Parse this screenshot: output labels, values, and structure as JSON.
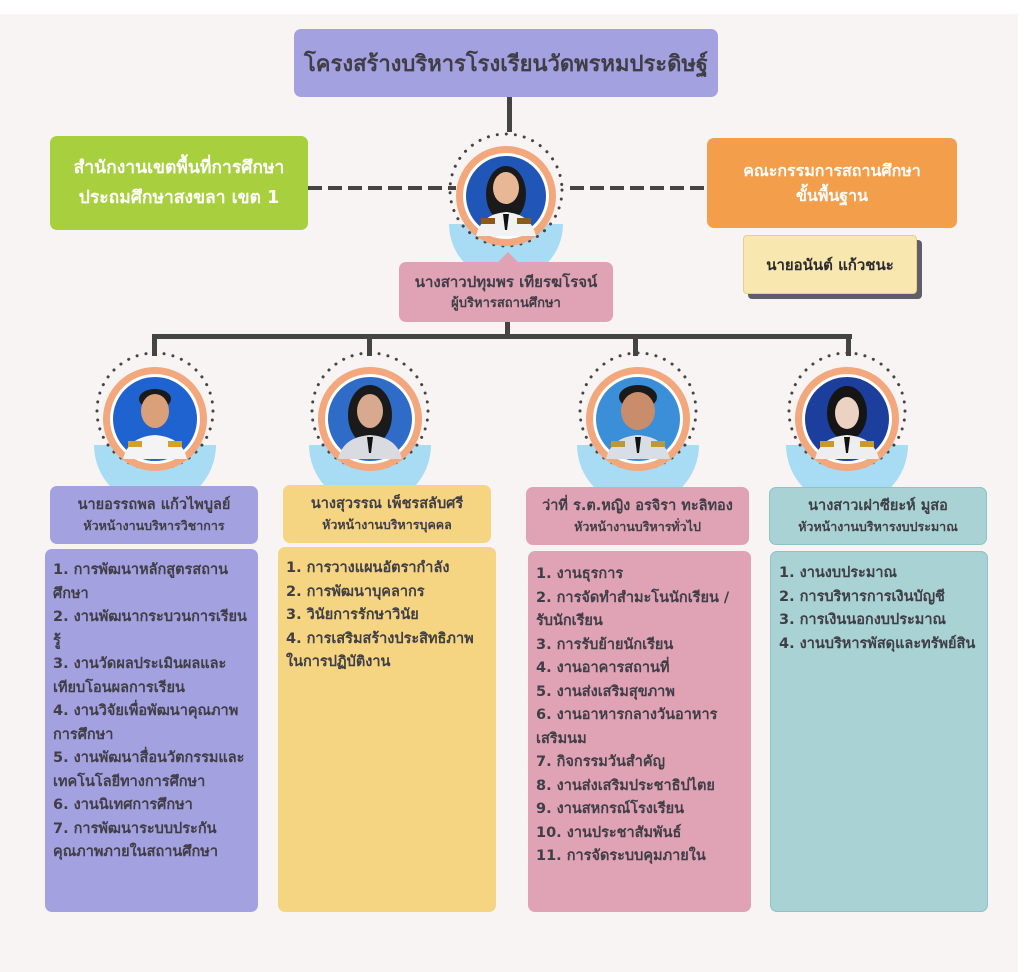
{
  "title": "โครงสร้างบริหารโรงเรียนวัดพรหมประดิษฐ์",
  "left_org": {
    "line1": "สำนักงานเขตพื้นที่การศึกษา",
    "line2": "ประถมศึกษาสงขลา เขต 1"
  },
  "right_org": {
    "line1": "คณะกรรมการสถานศึกษา",
    "line2": "ขั้นพื้นฐาน",
    "member": "นายอนันต์ แก้วชนะ"
  },
  "director": {
    "name": "นางสาวปทุมพร เทียรฆโรจน์",
    "role": "ผู้บริหารสถานศึกษา",
    "photo": "portrait-photo"
  },
  "colors": {
    "title": "#a4a1e0",
    "green": "#a7cf3e",
    "orange": "#f39e4b",
    "pink": "#e0a3b5",
    "yellow": "#f5d582",
    "teal": "#a9d2d4",
    "ring": "#f3a77c",
    "arc": "#a8dcf5"
  },
  "departments": [
    {
      "name": "นายอรรถพล แก้วไพบูลย์",
      "role": "หัวหน้างานบริหารวิชาการ",
      "items": [
        "1. การพัฒนาหลักสูตรสถานศึกษา",
        "2. งานพัฒนากระบวนการเรียนรู้",
        "3. งานวัดผลประเมินผลและเทียบโอนผลการเรียน",
        "4. งานวิจัยเพื่อพัฒนาคุณภาพการศึกษา",
        "5. งานพัฒนาสื่อนวัตกรรมและเทคโนโลยีทางการศึกษา",
        "6. งานนิเทศการศึกษา",
        "7. การพัฒนาระบบประกันคุณภาพภายในสถานศึกษา"
      ]
    },
    {
      "name": "นางสุวรรณ เพ็ชรสลับศรี",
      "role": "หัวหน้างานบริหารบุคคล",
      "items": [
        "1. การวางแผนอัตรากำลัง",
        "2. การพัฒนาบุคลากร",
        "3. วินัยการรักษาวินัย",
        "4. การเสริมสร้างประสิทธิภาพในการปฏิบัติงาน"
      ]
    },
    {
      "name": "ว่าที่ ร.ต.หญิง อรจิรา ทะลิทอง",
      "role": "หัวหน้างานบริหารทั่วไป",
      "items": [
        "1. งานธุรการ",
        "2. การจัดทำสำมะโนนักเรียน /รับนักเรียน",
        "3. การรับย้ายนักเรียน",
        "4. งานอาคารสถานที่",
        "5. งานส่งเสริมสุขภาพ",
        "6. งานอาหารกลางวันอาหารเสริมนม",
        "7. กิจกรรมวันสำคัญ",
        "8. งานส่งเสริมประชาธิปไตย",
        "9. งานสหกรณ์โรงเรียน",
        "10. งานประชาสัมพันธ์",
        "11. การจัดระบบคุมภายใน"
      ]
    },
    {
      "name": "นางสาวเฝาซียะห์ มูสอ",
      "role": "หัวหน้างานบริหารงบประมาณ",
      "items": [
        "1. งานงบประมาณ",
        "2. การบริหารการเงินบัญชี",
        "3. การเงินนอกงบประมาณ",
        "4. งานบริหารพัสดุและทรัพย์สิน"
      ]
    }
  ]
}
